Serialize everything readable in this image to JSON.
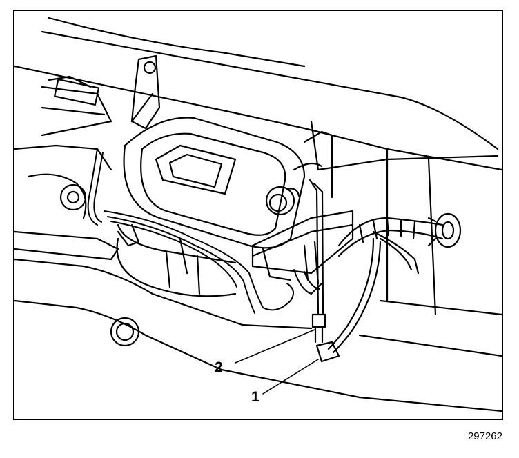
{
  "callouts": [
    {
      "id": "1",
      "label": "1"
    },
    {
      "id": "2",
      "label": "2"
    }
  ],
  "figure_number": "297262",
  "colors": {
    "line": "#000000",
    "background": "#ffffff"
  }
}
